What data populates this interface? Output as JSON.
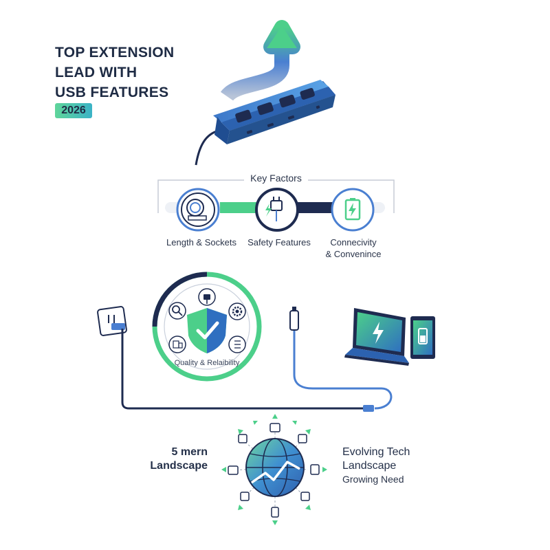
{
  "header": {
    "title_lines": [
      "TOP EXTENSION",
      "LEAD WITH",
      "USB FEATURES"
    ],
    "year": "2026"
  },
  "key_factors": {
    "heading": "Key Factors",
    "items": [
      {
        "label": "Length & Sockets",
        "icon": "tape-measure-icon"
      },
      {
        "label": "Safety Features",
        "icon": "plug-bolt-icon"
      },
      {
        "label_lines": [
          "Connecivity",
          "& Convenince"
        ],
        "icon": "battery-bolt-icon"
      }
    ]
  },
  "quality": {
    "label": "Quality & Relaibility",
    "icons": [
      "search-icon",
      "plug-icon",
      "gear-icon",
      "devices-icon",
      "list-icon",
      "shield-check-icon"
    ]
  },
  "bottom": {
    "left_lines": [
      "5 mern",
      "Landscape"
    ],
    "right_lines": [
      "Evolving Tech",
      "Landscape",
      "Growing Need"
    ]
  },
  "colors": {
    "navy": "#1e2b50",
    "blue": "#4a7fd1",
    "green": "#4ccf8a",
    "teal": "#36b3a0"
  }
}
